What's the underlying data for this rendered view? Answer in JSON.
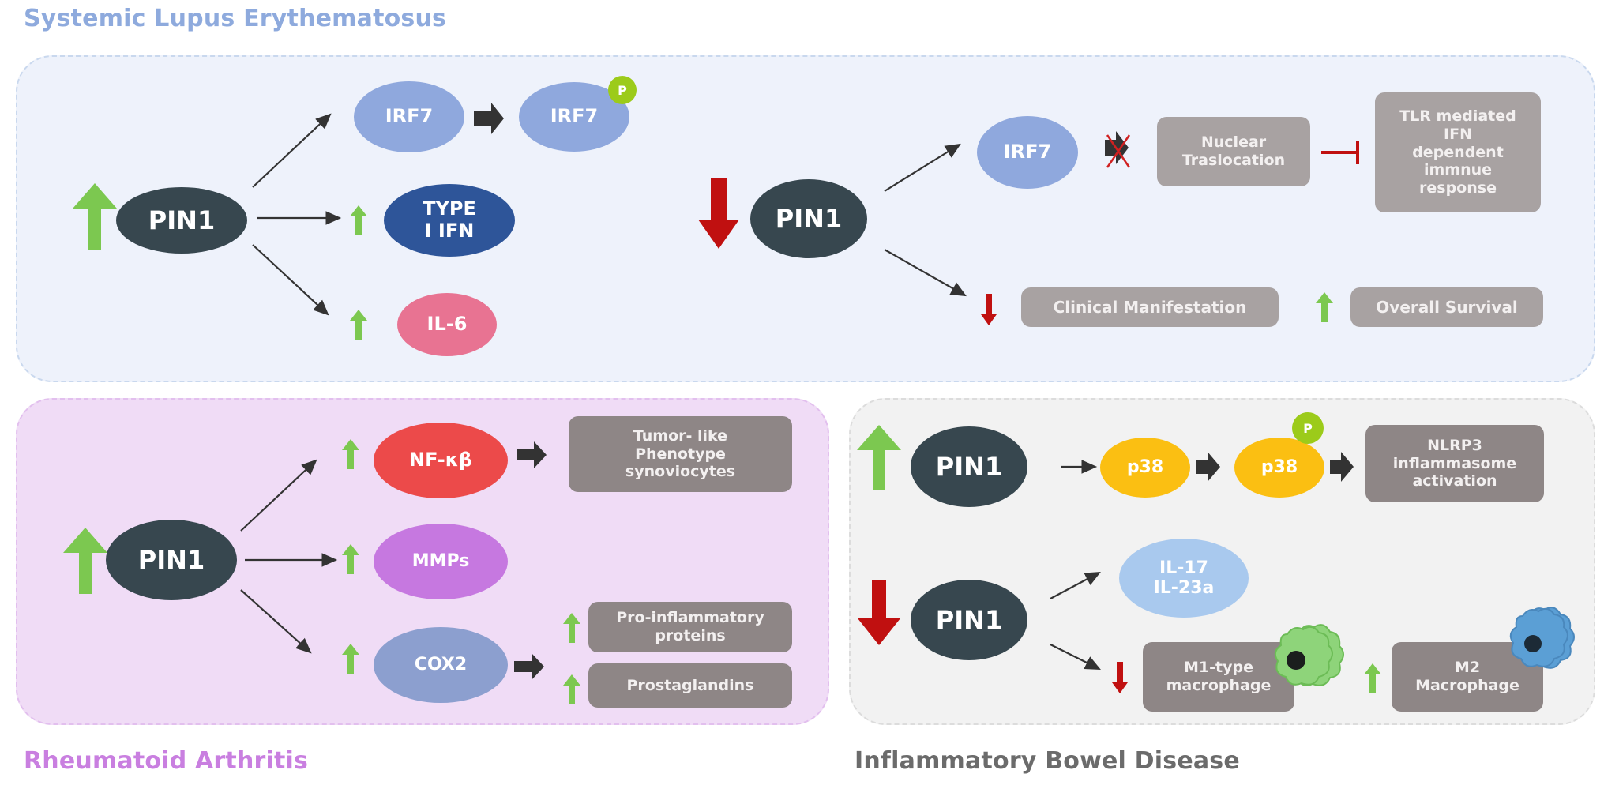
{
  "colors": {
    "sle_title": "#8eaadd",
    "ra_title": "#c97fe0",
    "ibd_title": "#6b6b6b",
    "sle_panel_bg": "#eef2fb",
    "ra_panel_bg": "#f0dcf6",
    "ibd_panel_bg": "#f2f2f2",
    "pin1": "#37474f",
    "irf7": "#8fa8dd",
    "type1ifn": "#2e5599",
    "il6": "#e87392",
    "nfkb": "#ec4a4a",
    "mmps": "#c678e0",
    "cox2": "#8c9fcf",
    "p38": "#fbbf12",
    "il17": "#a9c9ee",
    "up_arrow": "#7cc850",
    "down_arrow": "#c01010",
    "phospho": "#9ccb1a",
    "box": "#8e8686"
  },
  "sle": {
    "title": "Systemic Lupus Erythematosus",
    "up_pathway": {
      "pin1": "PIN1",
      "pin1_direction": "up",
      "irf7": "IRF7",
      "irf7_phospho": "IRF7",
      "phospho_label": "P",
      "type1_ifn_line1": "TYPE",
      "type1_ifn_line2": "I IFN",
      "il6": "IL-6"
    },
    "down_pathway": {
      "pin1": "PIN1",
      "pin1_direction": "down",
      "irf7": "IRF7",
      "nuclear_line1": "Nuclear",
      "nuclear_line2": "Traslocation",
      "tlr_lines": [
        "TLR mediated",
        "IFN",
        "dependent",
        "immnue",
        "response"
      ],
      "clinical": "Clinical Manifestation",
      "clinical_direction": "down",
      "survival": "Overall Survival",
      "survival_direction": "up"
    }
  },
  "ra": {
    "title": "Rheumatoid Arthritis",
    "pin1": "PIN1",
    "pin1_direction": "up",
    "nfkb": "NF-κβ",
    "mmps": "MMPs",
    "cox2": "COX2",
    "tumor_lines": [
      "Tumor- like",
      "Phenotype",
      "synoviocytes"
    ],
    "proinflam_lines": [
      "Pro-inflammatory",
      "proteins"
    ],
    "prostaglandins": "Prostaglandins"
  },
  "ibd": {
    "title": "Inflammatory Bowel Disease",
    "up_pathway": {
      "pin1": "PIN1",
      "pin1_direction": "up",
      "p38": "p38",
      "p38_phospho": "p38",
      "phospho_label": "P",
      "nlrp3_lines": [
        "NLRP3",
        "inflammasome",
        "activation"
      ]
    },
    "down_pathway": {
      "pin1": "PIN1",
      "pin1_direction": "down",
      "il17_line1": "IL-17",
      "il17_line2": "IL-23a",
      "m1_lines": [
        "M1-type",
        "macrophage"
      ],
      "m1_direction": "down",
      "m2_lines": [
        "M2",
        "Macrophage"
      ],
      "m2_direction": "up"
    }
  }
}
